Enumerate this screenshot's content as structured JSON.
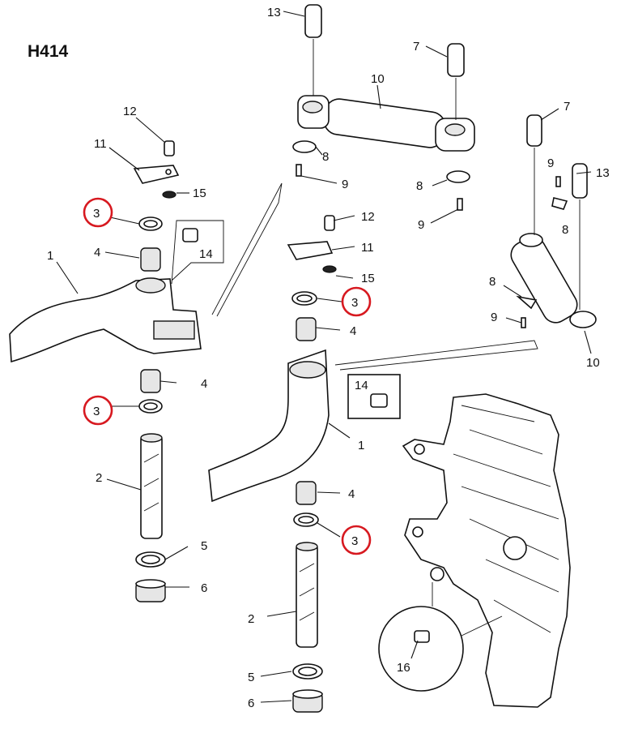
{
  "diagram": {
    "code": "H414",
    "highlight_color": "#d71920",
    "callouts": {
      "c13a": "13",
      "c7a": "7",
      "c10a": "10",
      "c12a": "12",
      "c11a": "11",
      "c15a": "15",
      "c3a": "3",
      "c4a": "4",
      "c1a": "1",
      "c14a": "14",
      "c4b": "4",
      "c3b": "3",
      "c2a": "2",
      "c5a": "5",
      "c6a": "6",
      "c8a": "8",
      "c9a": "9",
      "c8b": "8",
      "c9b": "9",
      "c12b": "12",
      "c11b": "11",
      "c15b": "15",
      "c3c": "3",
      "c4c": "4",
      "c14b": "14",
      "c1b": "1",
      "c4d": "4",
      "c3d": "3",
      "c2b": "2",
      "c5b": "5",
      "c6b": "6",
      "c7b": "7",
      "c9c": "9",
      "c13b": "13",
      "c8c": "8",
      "c8d": "8",
      "c9d": "9",
      "c10b": "10",
      "c16": "16"
    }
  }
}
